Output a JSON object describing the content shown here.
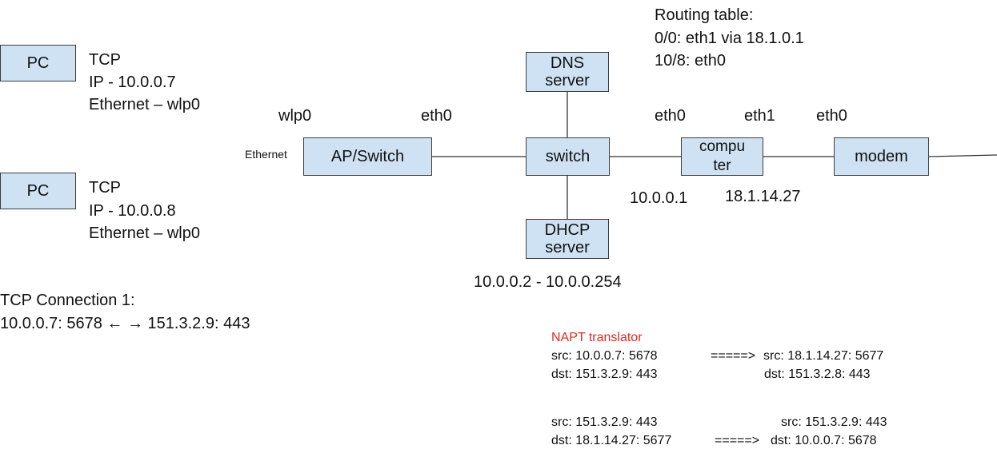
{
  "pcs": [
    {
      "label": "PC",
      "proto": "TCP",
      "ip": "IP - 10.0.0.7",
      "eth": "Ethernet – wlp0"
    },
    {
      "label": "PC",
      "proto": "TCP",
      "ip": "IP - 10.0.0.8",
      "eth": "Ethernet – wlp0"
    }
  ],
  "boxes": {
    "ap_switch": "AP/Switch",
    "switch": "switch",
    "dns": "DNS server",
    "dhcp": "DHCP server",
    "computer": "computer",
    "modem": "modem"
  },
  "interfaces": {
    "ethernet": "Ethernet",
    "wlp0": "wlp0",
    "ap_eth0": "eth0",
    "comp_eth0": "eth0",
    "comp_eth1": "eth1",
    "modem_eth0": "eth0"
  },
  "addresses": {
    "computer_lan": "10.0.0.1",
    "computer_wan": "18.1.14.27",
    "dhcp_range": "10.0.0.2 - 10.0.0.254"
  },
  "routing_table": {
    "title": "Routing table:",
    "rows": [
      "0/0: eth1 via 18.1.0.1",
      "10/8: eth0"
    ]
  },
  "tcp_connection": {
    "title": "TCP Connection 1:",
    "detail": "10.0.0.7: 5678 ← → 151.3.2.9: 443"
  },
  "napt": {
    "title": "NAPT translator",
    "outbound": {
      "src_in": "src: 10.0.0.7: 5678",
      "arrow": "=====>",
      "src_out": "src: 18.1.14.27: 5677",
      "dst_in": "dst: 151.3.2.9: 443",
      "dst_out": "dst: 151.3.2.8: 443"
    },
    "inbound": {
      "src_in": "src: 151.3.2.9: 443",
      "src_out": "src: 151.3.2.9: 443",
      "dst_in": "dst: 18.1.14.27: 5677",
      "arrow": "=====>",
      "dst_out": "dst: 10.0.0.7: 5678"
    }
  }
}
